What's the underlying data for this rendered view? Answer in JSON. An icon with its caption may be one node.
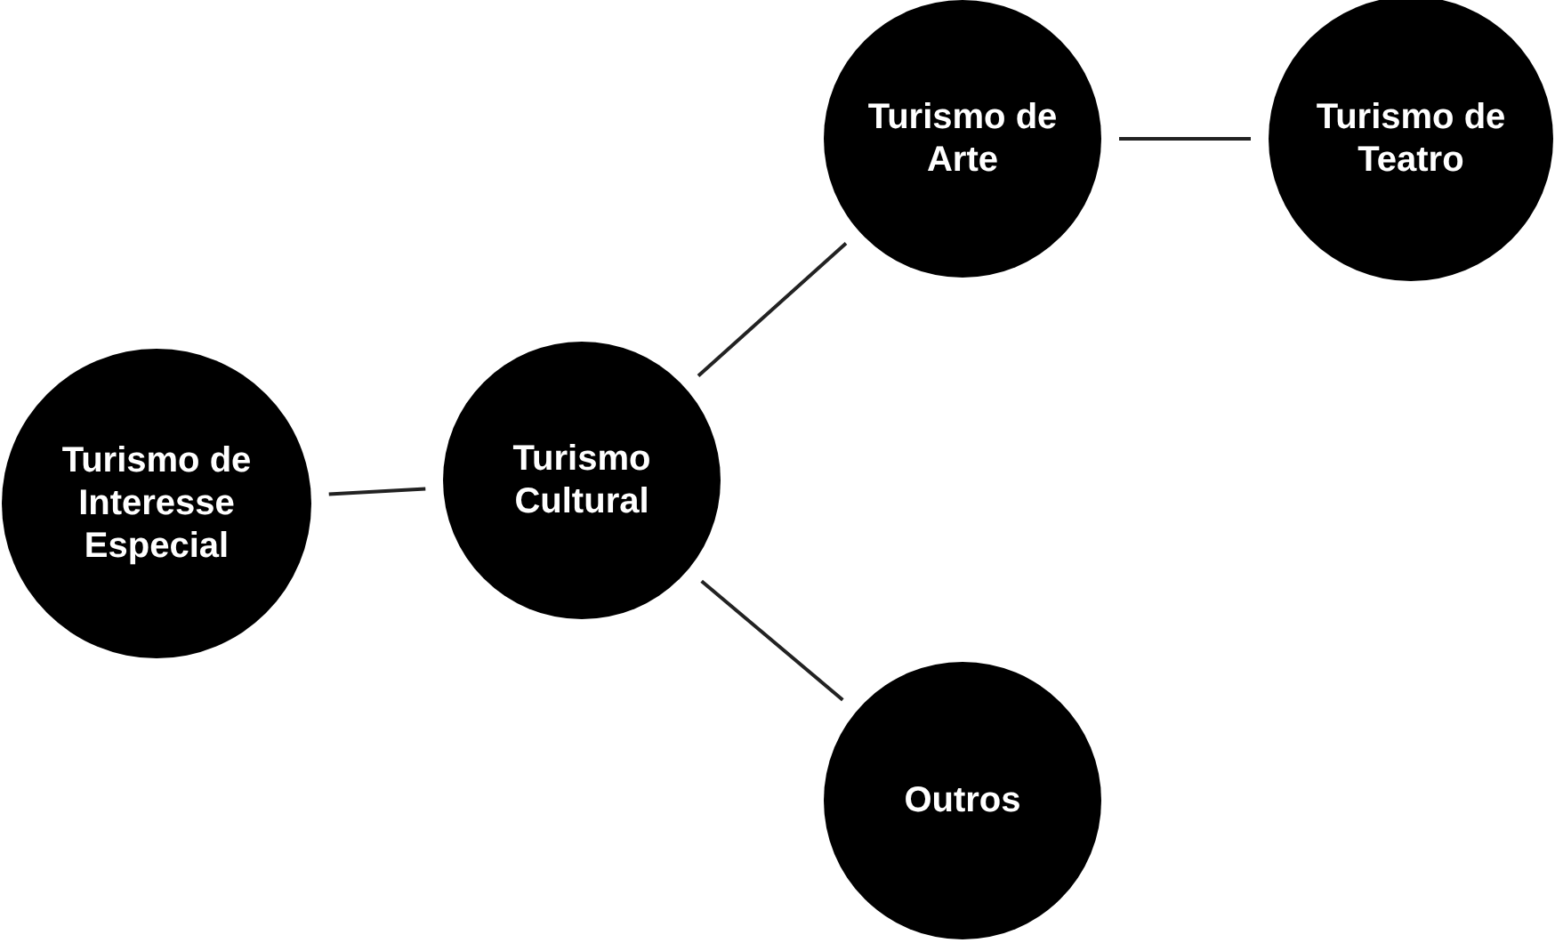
{
  "diagram": {
    "nodes": [
      {
        "text": [
          "Turismo de Interesse Especial"
        ]
      },
      {
        "text": [
          "Turismo Cultural"
        ]
      },
      {
        "text": [
          "Turismo de Arte"
        ]
      },
      {
        "text": [
          "Turismo de Teatro"
        ]
      },
      {
        "text": [
          "Outros"
        ]
      }
    ],
    "edges": [
      {
        "from": 0,
        "to": 1,
        "arrow": "none"
      },
      {
        "from": 1,
        "to": 2,
        "arrow": "none"
      },
      {
        "from": 2,
        "to": 3,
        "arrow": "none"
      },
      {
        "from": 1,
        "to": 4,
        "arrow": "none"
      }
    ]
  }
}
